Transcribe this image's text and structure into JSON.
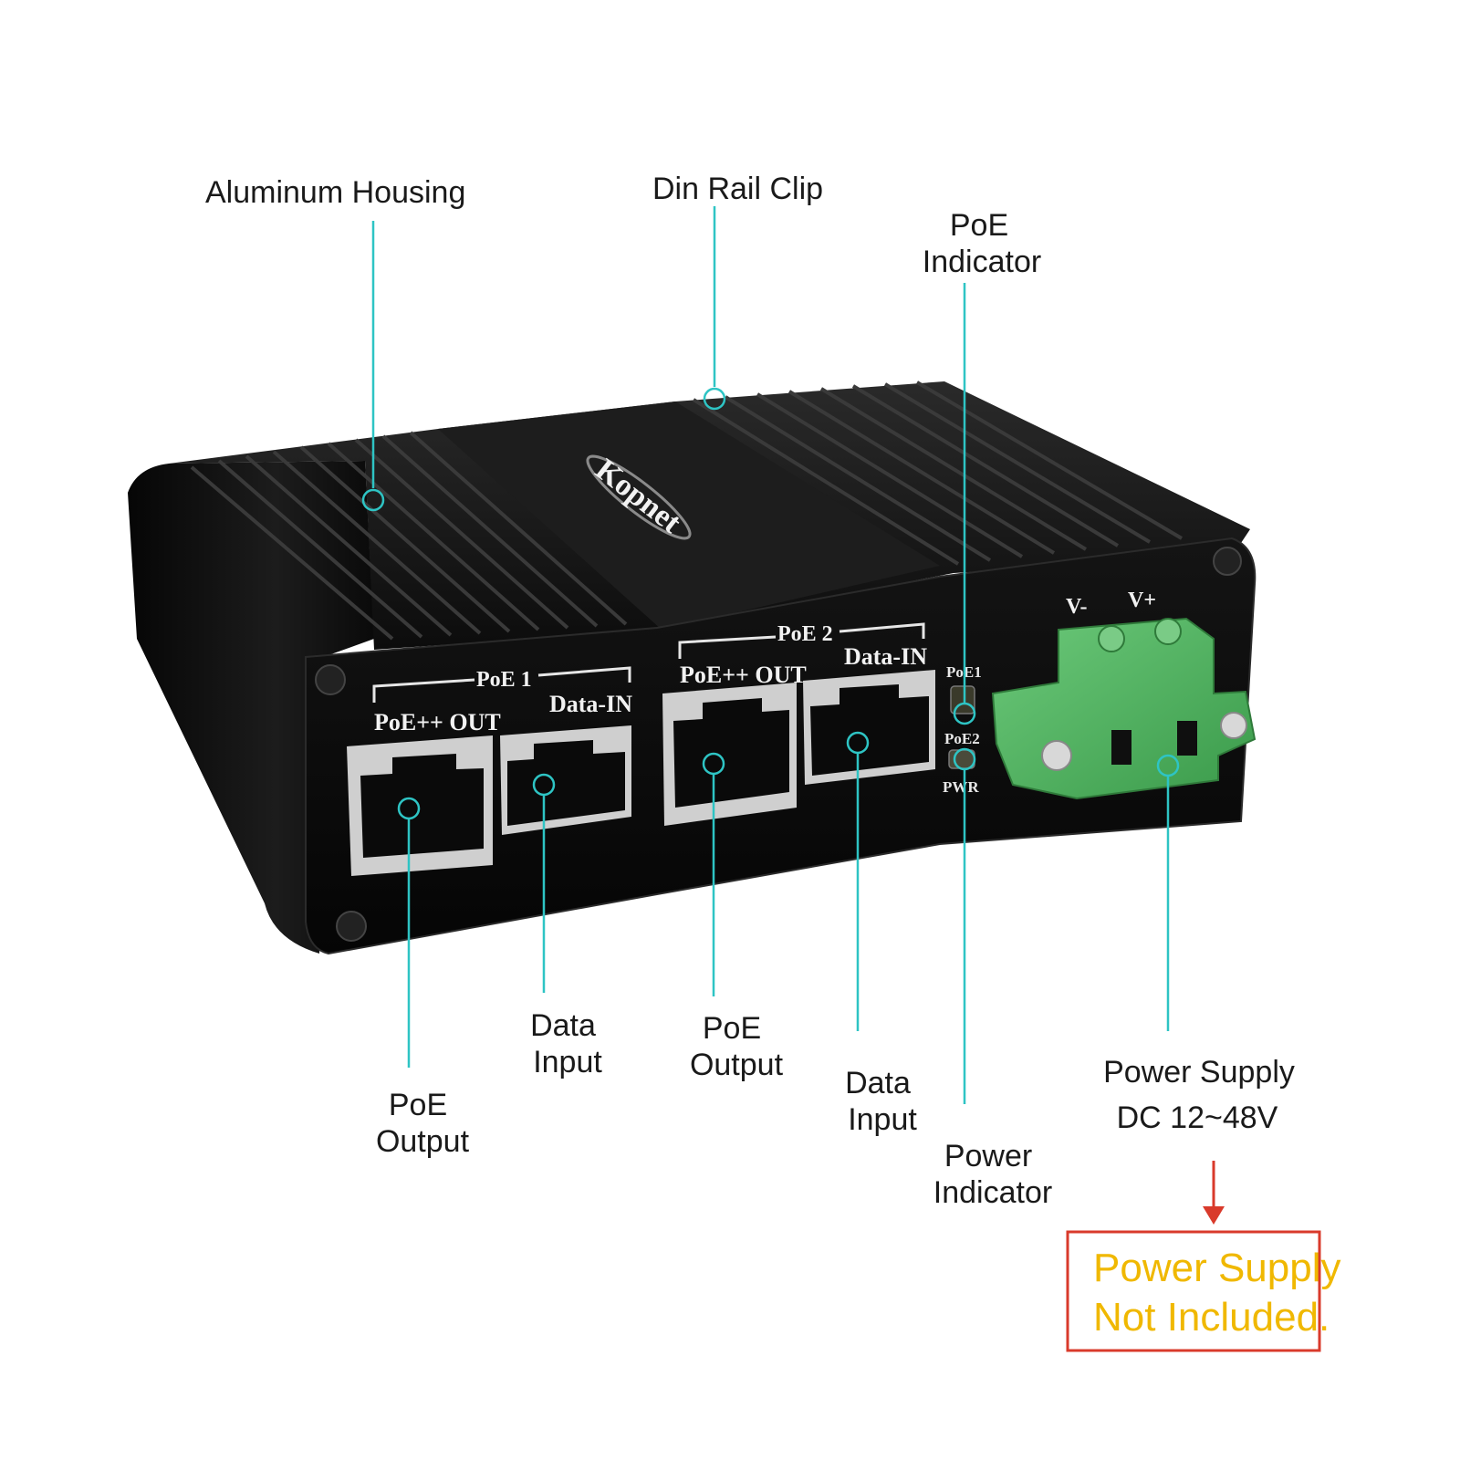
{
  "callouts": {
    "aluminum_housing": "Aluminum Housing",
    "din_rail_clip": "Din Rail Clip",
    "poe_indicator": [
      "PoE",
      "Indicator"
    ],
    "poe_output_1": [
      "PoE",
      "Output"
    ],
    "data_input_1": [
      "Data",
      "Input"
    ],
    "poe_output_2": [
      "PoE",
      "Output"
    ],
    "data_input_2": [
      "Data",
      "Input"
    ],
    "power_indicator": [
      "Power",
      "Indicator"
    ],
    "power_supply": [
      "Power Supply",
      "DC 12~48V"
    ]
  },
  "notice": [
    "Power Supply",
    "Not Included."
  ],
  "device": {
    "brand": "Kopnet",
    "group1_label": "PoE 1",
    "group2_label": "PoE 2",
    "poe_out_label": "PoE++ OUT",
    "data_in_label": "Data-IN",
    "led_labels": [
      "PoE1",
      "PoE2",
      "PWR"
    ],
    "terminal_labels": [
      "V-",
      "V+"
    ]
  },
  "colors": {
    "leader": "#2ec4c4",
    "notice_border": "#d93a2b",
    "notice_text": "#f0b800",
    "arrow": "#d93a2b",
    "housing": "#151515",
    "terminal": "#4cb35a"
  }
}
